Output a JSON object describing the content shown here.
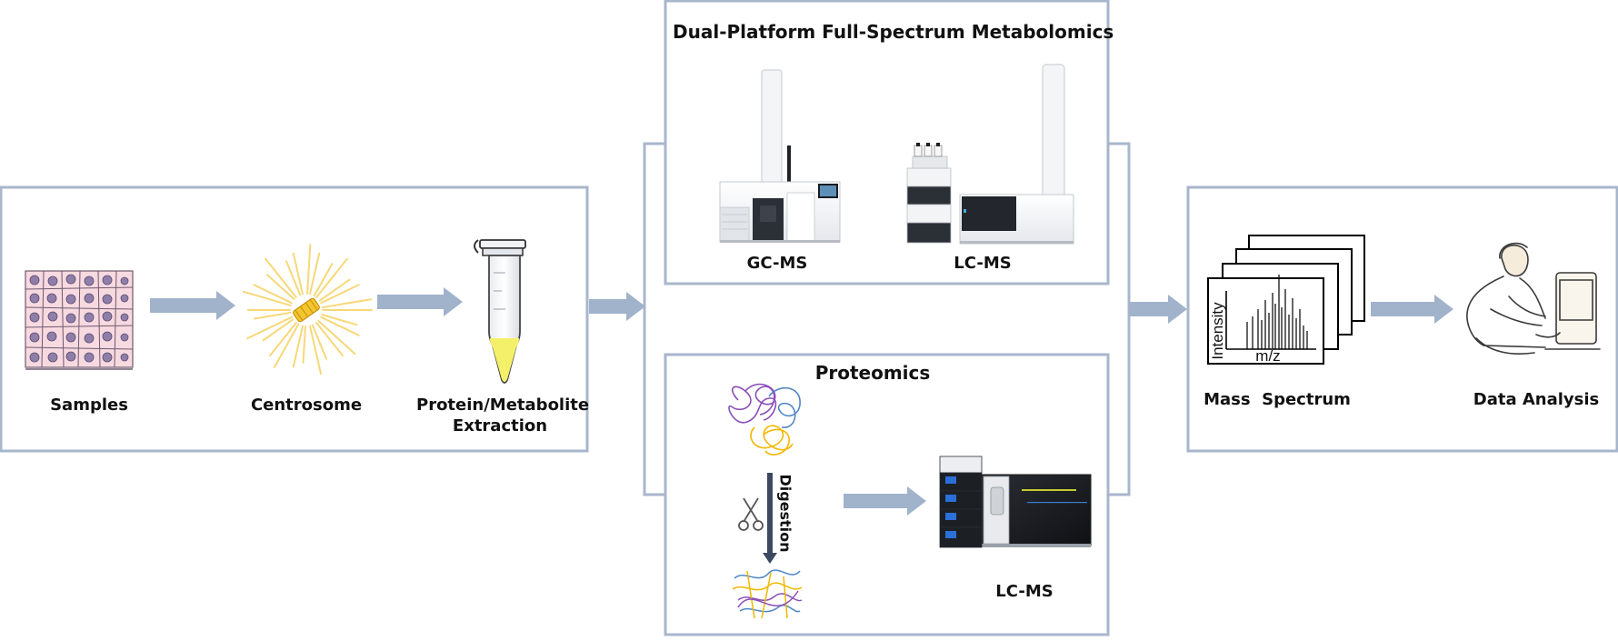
{
  "colors": {
    "frame": "#a8b6cc",
    "arrow": "#a1b2cb",
    "cell_fill": "#f7d9e0",
    "cell_nucleus": "#8f7fa8",
    "centrosome_ray": "#f7d878",
    "centrosome_core": "#e8b21a",
    "tube_liquid": "#f4f06a",
    "digestion_arrow": "#3b4a60",
    "protein_purple": "#8b4fb8",
    "protein_blue": "#4f86c6",
    "protein_yellow": "#f2b700"
  },
  "sample_prep": {
    "samples_label": "Samples",
    "centrosome_label": "Centrosome",
    "extraction_label_line1": "Protein/Metabolite",
    "extraction_label_line2": "Extraction"
  },
  "metabolomics": {
    "title": "Dual-Platform Full-Spectrum Metabolomics",
    "gcms_label": "GC-MS",
    "lcms_label": "LC-MS"
  },
  "proteomics": {
    "title": "Proteomics",
    "digestion_label": "Digestion",
    "lcms_label": "LC-MS"
  },
  "output": {
    "spectrum_ylabel": "Intensity",
    "spectrum_xlabel": "m/z",
    "mass_spectrum_label": "Mass  Spectrum",
    "data_analysis_label": "Data Analysis"
  }
}
